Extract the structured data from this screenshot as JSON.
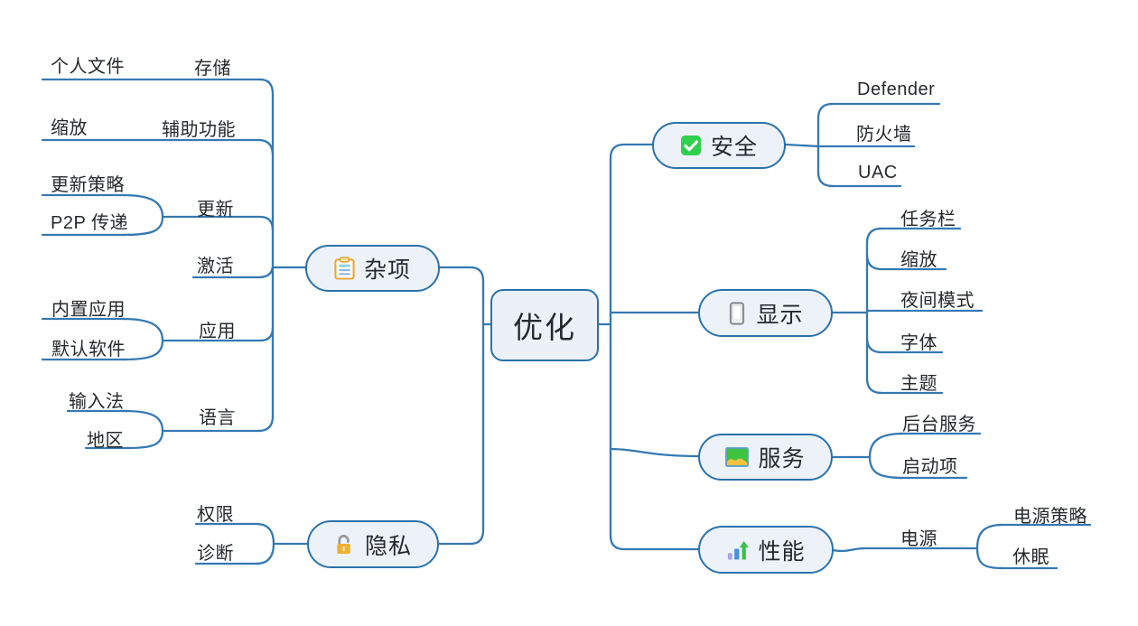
{
  "map": {
    "root": {
      "label": "优化"
    },
    "branches": [
      {
        "label": "杂项",
        "icon": "clipboard-icon",
        "side": "left",
        "children": [
          {
            "label": "存储",
            "children": [
              {
                "label": "个人文件"
              }
            ]
          },
          {
            "label": "辅助功能",
            "children": [
              {
                "label": "缩放"
              }
            ]
          },
          {
            "label": "更新",
            "children": [
              {
                "label": "更新策略"
              },
              {
                "label": "P2P 传递"
              }
            ]
          },
          {
            "label": "激活"
          },
          {
            "label": "应用",
            "children": [
              {
                "label": "内置应用"
              },
              {
                "label": "默认软件"
              }
            ]
          },
          {
            "label": "语言",
            "children": [
              {
                "label": "输入法"
              },
              {
                "label": "地区"
              }
            ]
          }
        ]
      },
      {
        "label": "隐私",
        "icon": "unlock-icon",
        "side": "left",
        "children": [
          {
            "label": "权限"
          },
          {
            "label": "诊断"
          }
        ]
      },
      {
        "label": "安全",
        "icon": "green-checkbox-icon",
        "side": "right",
        "children": [
          {
            "label": "Defender"
          },
          {
            "label": "防火墙"
          },
          {
            "label": "UAC"
          }
        ]
      },
      {
        "label": "显示",
        "icon": "smartphone-icon",
        "side": "right",
        "children": [
          {
            "label": "任务栏"
          },
          {
            "label": "缩放"
          },
          {
            "label": "夜间模式"
          },
          {
            "label": "字体"
          },
          {
            "label": "主题"
          }
        ]
      },
      {
        "label": "服务",
        "icon": "picture-icon",
        "side": "right",
        "children": [
          {
            "label": "后台服务"
          },
          {
            "label": "启动项"
          }
        ]
      },
      {
        "label": "性能",
        "icon": "bar-chart-icon",
        "side": "right",
        "children": [
          {
            "label": "电源",
            "children": [
              {
                "label": "电源策略"
              },
              {
                "label": "休眠"
              }
            ]
          }
        ]
      }
    ]
  },
  "colors": {
    "line": "#3579b2",
    "node-border": "#2a72ab",
    "node-fill": "#edf2f9",
    "text": "#26292c",
    "icon-green": "#2ed04c",
    "icon-orange": "#e9a43c",
    "icon-yellow": "#f2b02e",
    "icon-blue": "#4a90d9",
    "icon-gray": "#8a8e93",
    "icon-purple": "#a9a6e5"
  }
}
